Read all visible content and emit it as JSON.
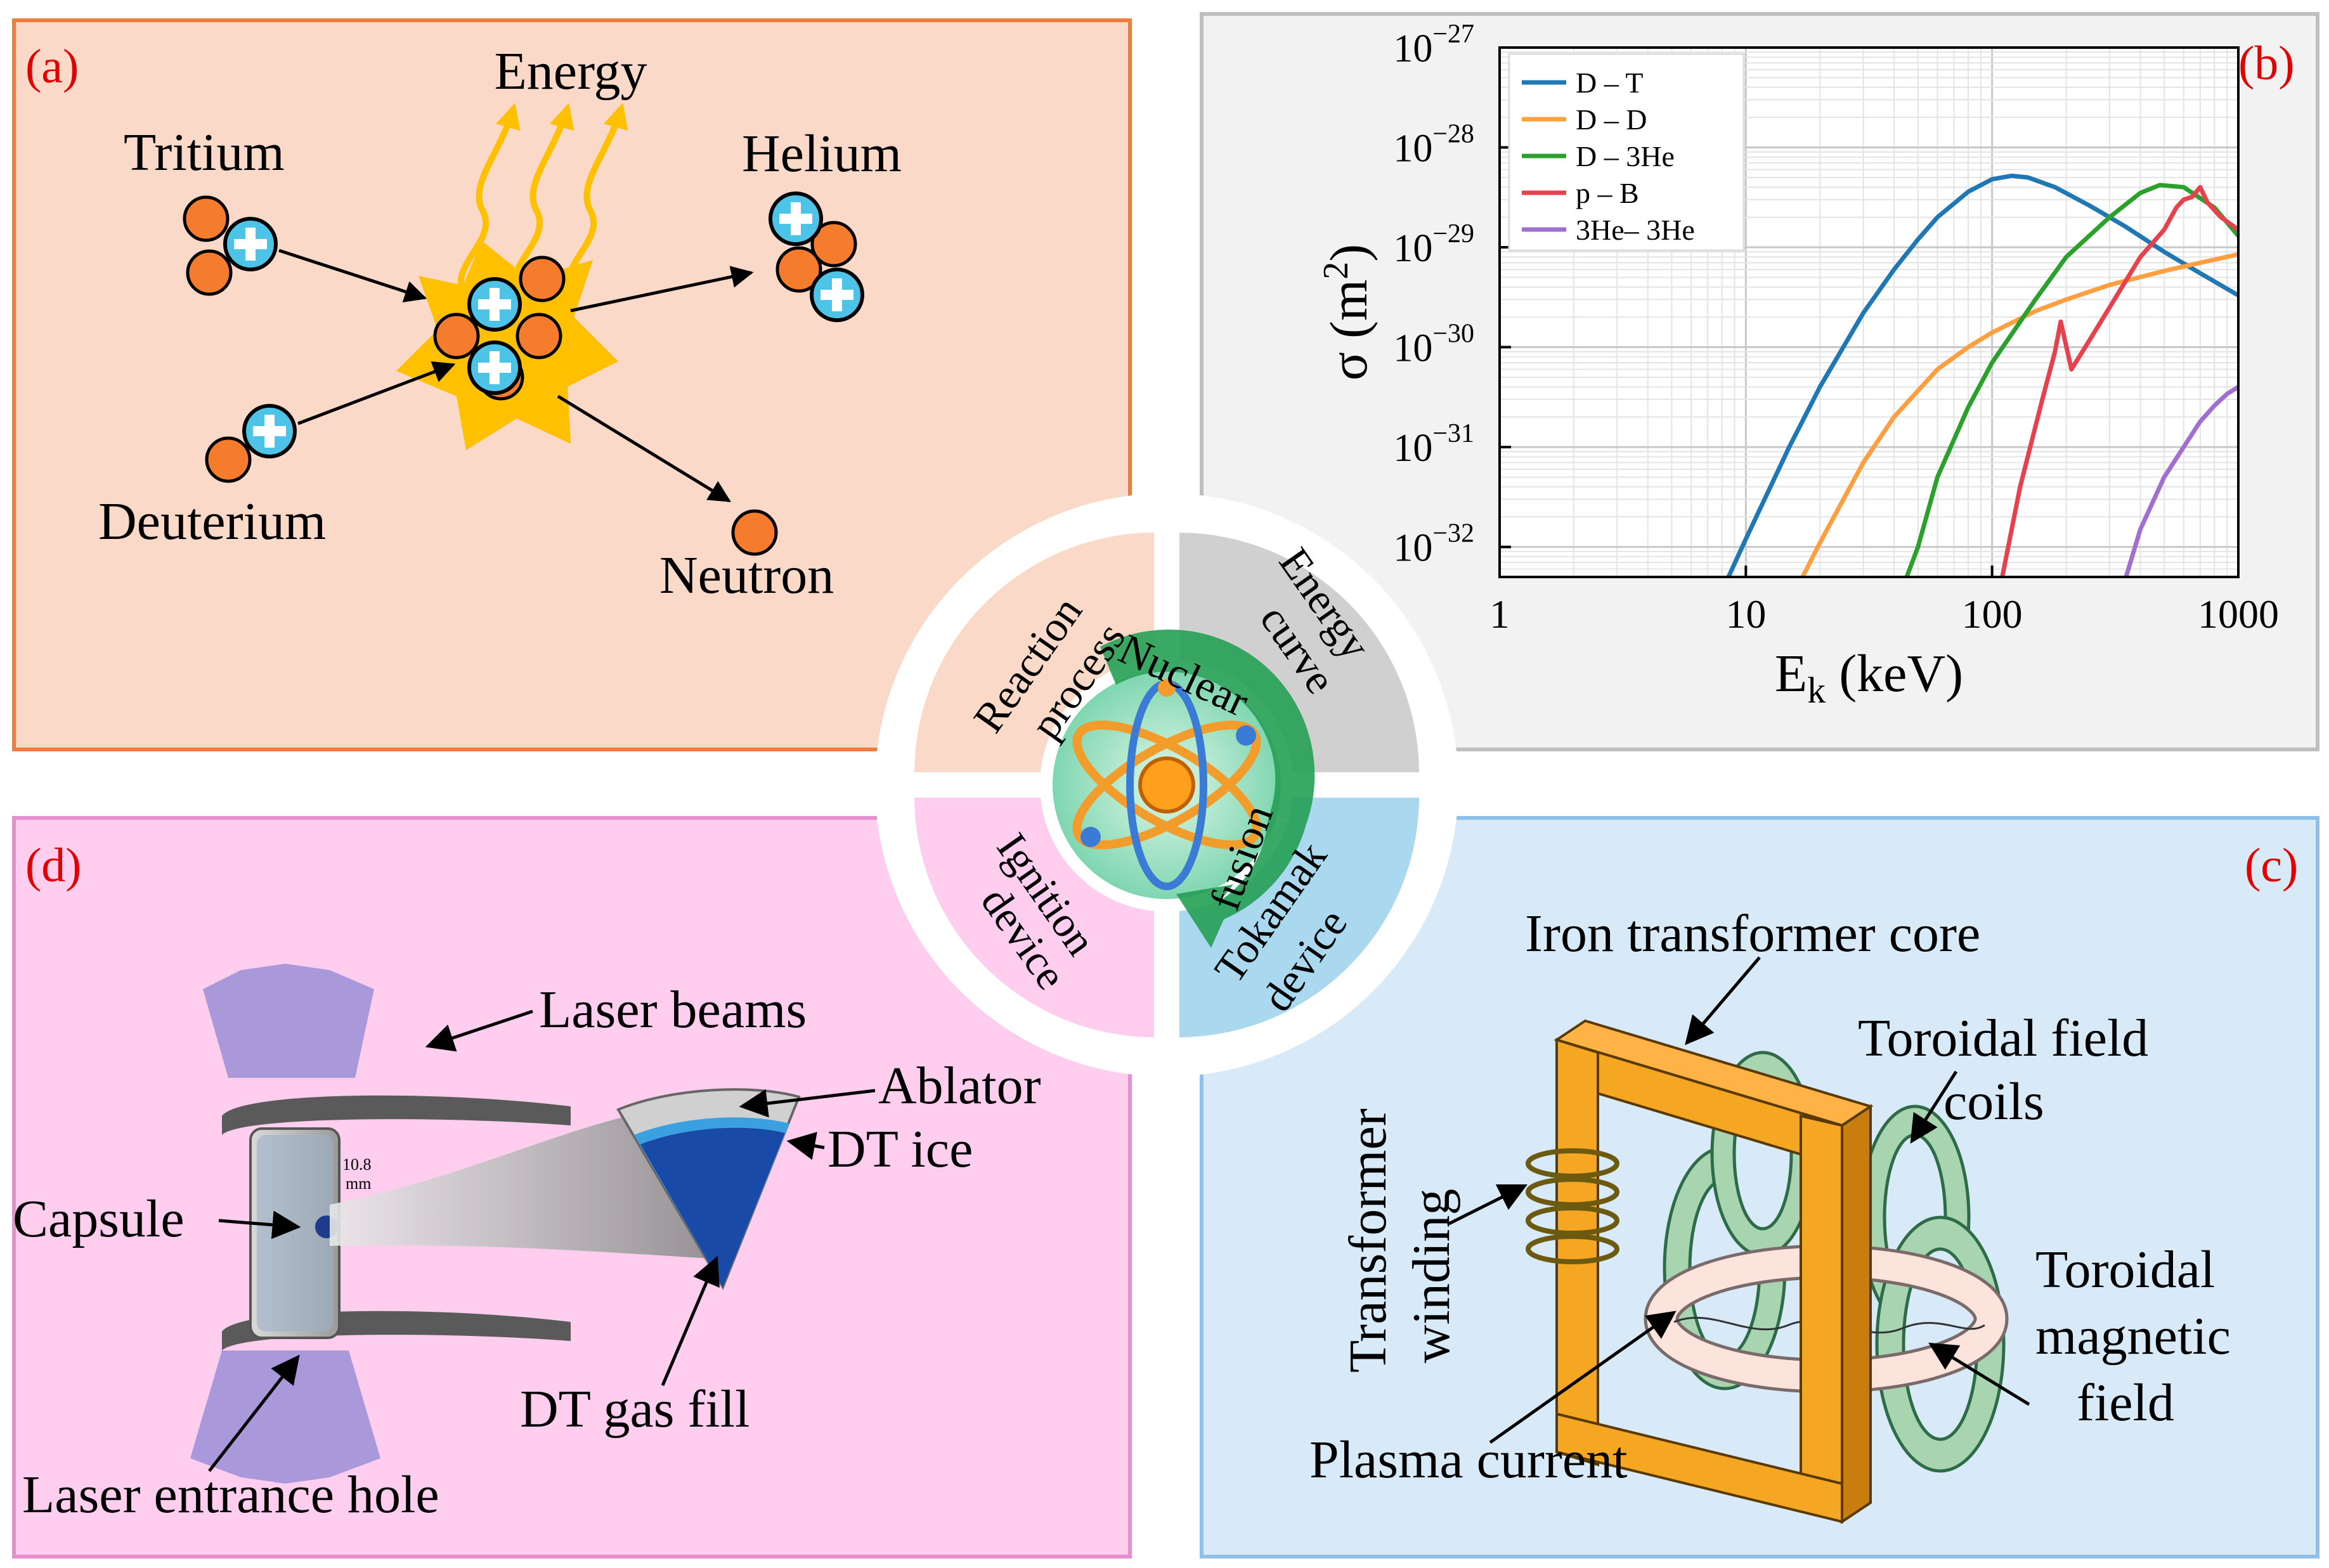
{
  "colors": {
    "panel_a_bg": "#fbd9c8",
    "panel_a_border": "#f07c3c",
    "panel_b_bg": "#ffffff",
    "panel_b_border": "#bfbfbf",
    "panel_c_bg": "#d8eaf8",
    "panel_c_border": "#8fc0e8",
    "panel_d_bg": "#ffcdee",
    "panel_d_border": "#e58fd0",
    "proton": "#4ec3e8",
    "neutron": "#f47c2c",
    "burst": "#ffc000",
    "panel_letter": "#e00000",
    "series": {
      "D-T": "#1f77b4",
      "D-D": "#ff9f40",
      "D-3He": "#2ca02c",
      "p-B": "#e8414e",
      "3He-3He": "#a070d0"
    }
  },
  "panel_a": {
    "letter": "(a)",
    "labels": {
      "energy": "Energy",
      "tritium": "Tritium",
      "helium": "Helium",
      "deuterium": "Deuterium",
      "neutron": "Neutron"
    }
  },
  "panel_b": {
    "letter": "(b)"
  },
  "panel_c": {
    "letter": "(c)",
    "labels": {
      "core": "Iron transformer core",
      "coils_1": "Toroidal field",
      "coils_2": "coils",
      "winding_1": "Transformer",
      "winding_2": "winding",
      "field_1": "Toroidal",
      "field_2": "magnetic",
      "field_3": "field",
      "plasma": "Plasma current"
    }
  },
  "panel_d": {
    "letter": "(d)",
    "labels": {
      "laser_beams": "Laser beams",
      "ablator": "Ablator",
      "dt_ice": "DT ice",
      "capsule": "Capsule",
      "dt_gas": "DT gas fill",
      "entrance": "Laser entrance hole",
      "scale": "10.8",
      "scale_unit": "mm"
    }
  },
  "center": {
    "q_tl_1": "Reaction",
    "q_tl_2": "process",
    "q_tr_1": "Energy",
    "q_tr_2": "curve",
    "q_bl_1": "Ignition",
    "q_bl_2": "device",
    "q_br_1": "Tokamak",
    "q_br_2": "device",
    "arrow_top": "Nuclear",
    "arrow_bottom": "fusion"
  },
  "chart_data": {
    "type": "line",
    "xlabel": "E",
    "xlabel_sub": "k",
    "xlabel_unit": "(keV)",
    "ylabel": "σ (m",
    "ylabel_sup": "2",
    "ylabel_close": ")",
    "x_scale": "log",
    "y_scale": "log",
    "xlim": [
      1,
      1000
    ],
    "ylim": [
      5e-33,
      1e-27
    ],
    "x_ticks": [
      "1",
      "10",
      "100",
      "1000"
    ],
    "y_ticks": [
      {
        "base": "10",
        "exp": "−27",
        "value": 1e-27
      },
      {
        "base": "10",
        "exp": "−28",
        "value": 1e-28
      },
      {
        "base": "10",
        "exp": "−29",
        "value": 1e-29
      },
      {
        "base": "10",
        "exp": "−30",
        "value": 1e-30
      },
      {
        "base": "10",
        "exp": "−31",
        "value": 1e-31
      },
      {
        "base": "10",
        "exp": "−32",
        "value": 1e-32
      }
    ],
    "grid": true,
    "legend_position": "top-left",
    "series": [
      {
        "key": "D-T",
        "name": "D – T",
        "x": [
          8.5,
          10,
          15,
          20,
          30,
          40,
          50,
          60,
          80,
          100,
          120,
          140,
          180,
          250,
          350,
          500,
          700,
          1000
        ],
        "y": [
          5e-33,
          1.2e-32,
          1e-31,
          4e-31,
          2.2e-30,
          6e-30,
          1.2e-29,
          2e-29,
          3.6e-29,
          4.8e-29,
          5.2e-29,
          5e-29,
          4e-29,
          2.6e-29,
          1.6e-29,
          9e-30,
          5.5e-30,
          3.3e-30
        ]
      },
      {
        "key": "D-D",
        "name": "D – D",
        "x": [
          17,
          20,
          30,
          40,
          60,
          80,
          100,
          150,
          200,
          300,
          500,
          700,
          1000
        ],
        "y": [
          5e-33,
          1.1e-32,
          7e-32,
          2e-31,
          6e-31,
          1e-30,
          1.4e-30,
          2.3e-30,
          3e-30,
          4.2e-30,
          5.8e-30,
          7e-30,
          8.5e-30
        ]
      },
      {
        "key": "D-3He",
        "name": "D – 3He",
        "x": [
          45,
          50,
          60,
          80,
          100,
          150,
          200,
          300,
          400,
          480,
          600,
          800,
          1000
        ],
        "y": [
          5e-33,
          1e-32,
          5e-32,
          2.5e-31,
          7e-31,
          3e-30,
          8e-30,
          2e-29,
          3.5e-29,
          4.2e-29,
          4e-29,
          2.5e-29,
          1.3e-29
        ]
      },
      {
        "key": "p-B",
        "name": "p – B",
        "x": [
          110,
          130,
          160,
          180,
          190,
          210,
          250,
          300,
          400,
          500,
          560,
          600,
          650,
          700,
          750,
          850,
          1000
        ],
        "y": [
          5e-33,
          4e-32,
          3e-31,
          9e-31,
          1.8e-30,
          6e-31,
          1.2e-30,
          2.5e-30,
          8e-30,
          1.5e-29,
          2.5e-29,
          3e-29,
          3.2e-29,
          4e-29,
          2.8e-29,
          2e-29,
          1.5e-29
        ]
      },
      {
        "key": "3He-3He",
        "name": "3He– 3He",
        "x": [
          350,
          400,
          500,
          600,
          700,
          800,
          900,
          1000
        ],
        "y": [
          5e-33,
          1.5e-32,
          5e-32,
          1e-31,
          1.8e-31,
          2.6e-31,
          3.4e-31,
          4e-31
        ]
      }
    ]
  }
}
